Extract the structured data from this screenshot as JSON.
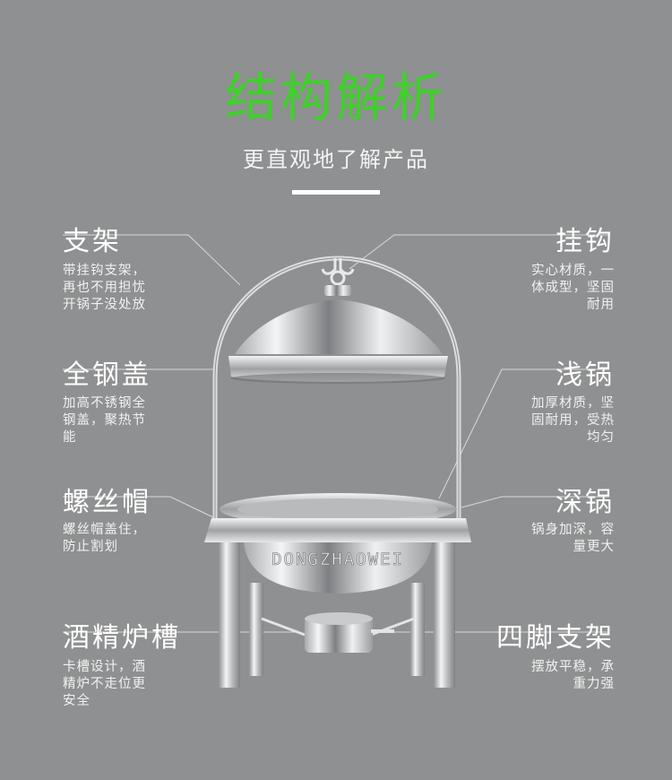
{
  "header": {
    "title": "结构解析",
    "subtitle": "更直观地了解产品"
  },
  "colors": {
    "background": "#8f9091",
    "title": "#3fd12a",
    "text": "#ffffff"
  },
  "features_left": [
    {
      "label": "支架",
      "desc": "带挂钩支架，再也不用担忧开锅子没处放"
    },
    {
      "label": "全钢盖",
      "desc": "加高不锈钢全钢盖，聚热节能"
    },
    {
      "label": "螺丝帽",
      "desc": "螺丝帽盖住，防止割划"
    },
    {
      "label": "酒精炉槽",
      "desc": "卡槽设计，酒精炉不走位更安全"
    }
  ],
  "features_right": [
    {
      "label": "挂钩",
      "desc": "实心材质，一体成型，坚固耐用"
    },
    {
      "label": "浅锅",
      "desc": "加厚材质，坚固耐用，受热均匀"
    },
    {
      "label": "深锅",
      "desc": "锅身加深，容量更大"
    },
    {
      "label": "四脚支架",
      "desc": "摆放平稳，承重力强"
    }
  ],
  "product": {
    "brand_text": "DONGZHAOWEI"
  }
}
